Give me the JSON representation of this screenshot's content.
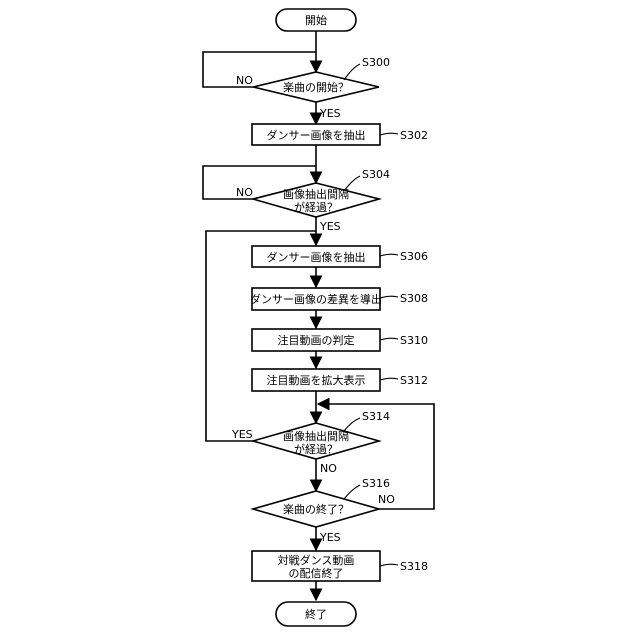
{
  "nodes": {
    "start": "開始",
    "s300": "楽曲の開始？",
    "s302": "ダンサー画像を抽出",
    "s304_line1": "画像抽出間隔",
    "s304_line2": "が経過？",
    "s306": "ダンサー画像を抽出",
    "s308": "ダンサー画像の差異を導出",
    "s310": "注目動画の判定",
    "s312": "注目動画を拡大表示",
    "s314_line1": "画像抽出間隔",
    "s314_line2": "が経過？",
    "s316": "楽曲の終了？",
    "s318_line1": "対戦ダンス動画",
    "s318_line2": "の配信終了",
    "end": "終了"
  },
  "step_labels": {
    "s300": "S300",
    "s302": "S302",
    "s304": "S304",
    "s306": "S306",
    "s308": "S308",
    "s310": "S310",
    "s312": "S312",
    "s314": "S314",
    "s316": "S316",
    "s318": "S318"
  },
  "branch_labels": {
    "s300_no": "NO",
    "s300_yes": "YES",
    "s304_no": "NO",
    "s304_yes": "YES",
    "s314_yes": "YES",
    "s314_no": "NO",
    "s316_no": "NO",
    "s316_yes": "YES"
  }
}
